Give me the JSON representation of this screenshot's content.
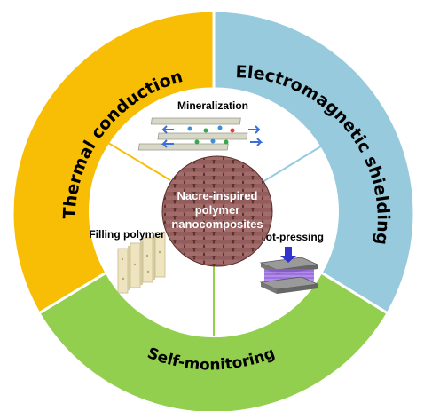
{
  "ring": {
    "thermal": {
      "label": "Thermal conduction",
      "color": "#F8BE06"
    },
    "emi": {
      "label": "Electromagnetic  shielding",
      "color": "#97CADC"
    },
    "self": {
      "label": "Self-monitoring",
      "color": "#93CF4E"
    }
  },
  "methods": {
    "mineralization": "Mineralization",
    "filling": "Filling polymer",
    "hot_pressing": "Hot-pressing"
  },
  "center": {
    "line1": "Nacre-inspired",
    "line2": "polymer",
    "line3": "nanocomposites"
  }
}
